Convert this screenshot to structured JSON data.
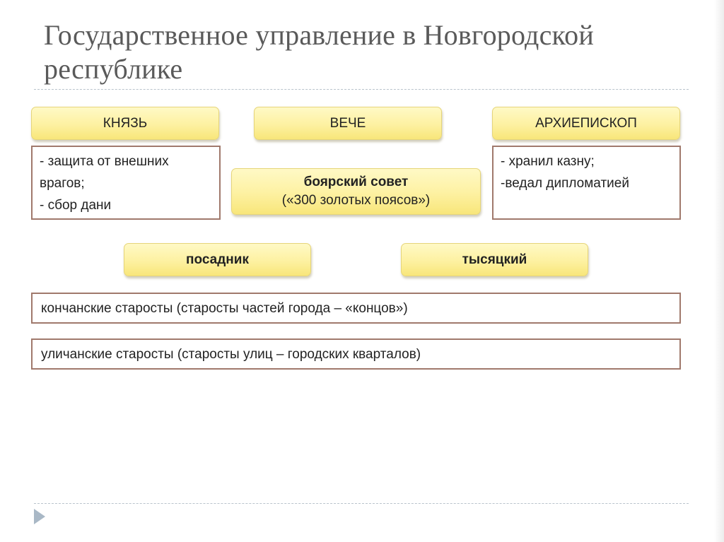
{
  "title": "Государственное управление в Новгородской республике",
  "top_row": {
    "prince": "КНЯЗЬ",
    "veche": "ВЕЧЕ",
    "archbishop": "АРХИЕПИСКОП"
  },
  "prince_duties": [
    "- защита от внешних",
    "врагов;",
    "- сбор дани"
  ],
  "archbishop_duties": [
    "- хранил казну;",
    "-ведал дипломатией"
  ],
  "boyar_council": {
    "name": "боярский совет",
    "note": "(«300 золотых поясов»)"
  },
  "officials": {
    "posadnik": "посадник",
    "tysyatsky": "тысяцкий"
  },
  "elders": {
    "konchanskie": "кончанские старосты (старосты частей города – «концов»)",
    "ulichanskie": "уличанские старосты (старосты  улиц – городских кварталов)"
  }
}
